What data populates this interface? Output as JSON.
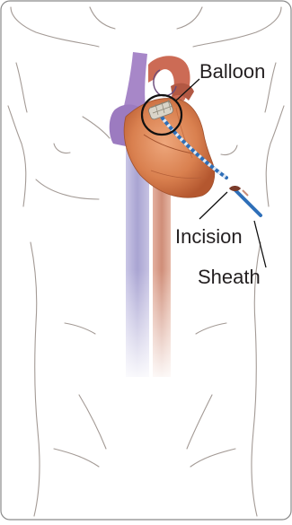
{
  "labels": {
    "balloon": "Balloon",
    "incision": "Incision",
    "sheath": "Sheath"
  },
  "colors": {
    "frame": "#8a8a8a",
    "body_outline": "#a39a95",
    "vein": "#b7b3d6",
    "artery": "#d9a08f",
    "heart": "#d98a5f",
    "heart_dark": "#b85a35",
    "aorta_purple": "#9c7bc0",
    "catheter_blue": "#2e6fb8",
    "label_text": "#231f20"
  }
}
